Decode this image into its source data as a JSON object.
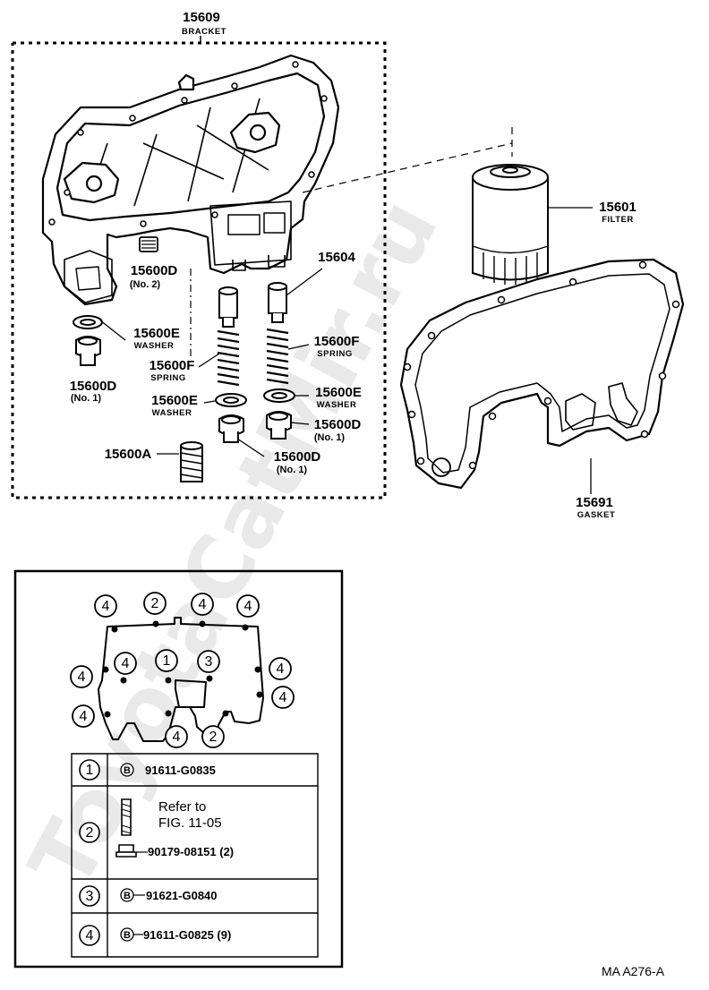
{
  "watermark": "ToyotaCatMir.ru",
  "callouts": {
    "bracket": {
      "num": "15609",
      "name": "BRACKET"
    },
    "filter": {
      "num": "15601",
      "name": "FILTER"
    },
    "gasket": {
      "num": "15691",
      "name": "GASKET"
    },
    "part_15604": {
      "num": "15604"
    },
    "plug_no2": {
      "num": "15600D",
      "sub": "(No. 2)"
    },
    "washer_left": {
      "num": "15600E",
      "name": "WASHER"
    },
    "plug_left_no1": {
      "num": "15600D",
      "sub": "(No. 1)"
    },
    "spring_left": {
      "num": "15600F",
      "name": "SPRING"
    },
    "spring_right": {
      "num": "15600F",
      "name": "SPRING"
    },
    "washer_mid": {
      "num": "15600E",
      "name": "WASHER"
    },
    "washer_right": {
      "num": "15600E",
      "name": "WASHER"
    },
    "plug_right_no1": {
      "num": "15600D",
      "sub": "(No. 1)"
    },
    "plug_mid_no1": {
      "num": "15600D",
      "sub": "(No. 1)"
    },
    "valve": {
      "num": "15600A"
    }
  },
  "bolt_markers": [
    "1",
    "2",
    "3",
    "4"
  ],
  "legend": {
    "rows": [
      {
        "marker": "1",
        "prefix": "B",
        "part": "91611-G0835"
      },
      {
        "marker": "2",
        "refer": "Refer to",
        "fig": "FIG. 11-05",
        "part": "90179-08151 (2)"
      },
      {
        "marker": "3",
        "prefix": "B",
        "part": "91621-G0840"
      },
      {
        "marker": "4",
        "prefix": "B",
        "part": "91611-G0825 (9)"
      }
    ]
  },
  "footer": "MA  A276-A"
}
